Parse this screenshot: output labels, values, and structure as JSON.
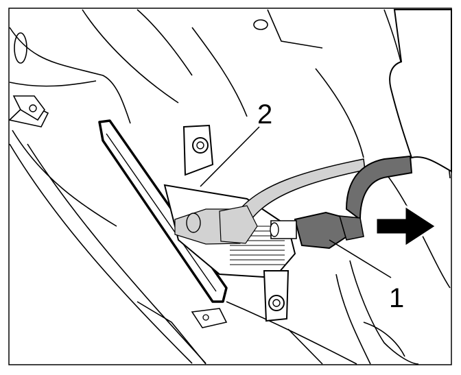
{
  "figure": {
    "callouts": [
      {
        "id": "1",
        "text": "1"
      },
      {
        "id": "2",
        "text": "2"
      }
    ],
    "colors": {
      "ink": "#000000",
      "highlight_light": "#d2d2d2",
      "highlight_dark": "#6e6e6e",
      "fill_white": "#ffffff"
    },
    "arrow": {
      "icon": "direction-arrow-icon",
      "direction": "right"
    }
  }
}
